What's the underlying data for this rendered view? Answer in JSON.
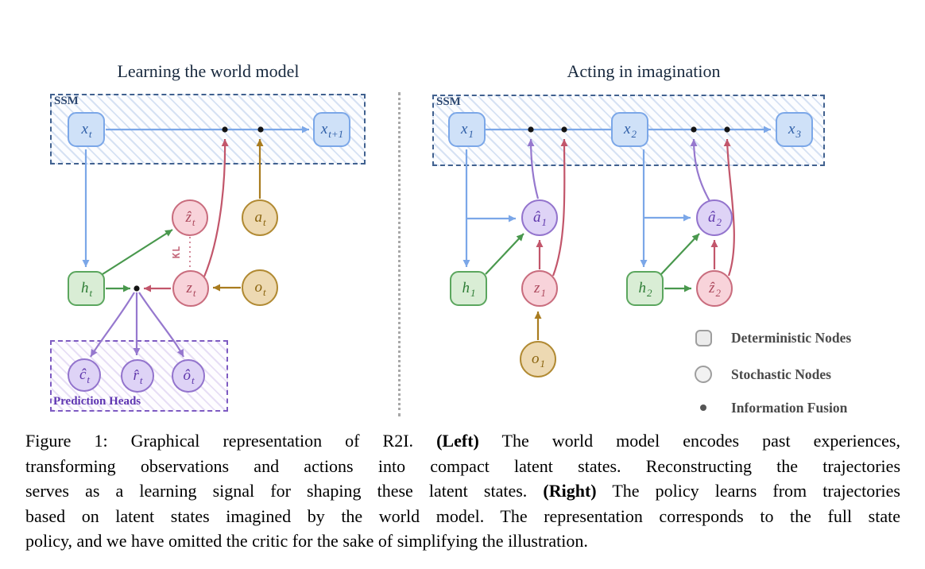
{
  "figure": {
    "left_title": "Learning the world model",
    "right_title": "Acting in imagination"
  },
  "left": {
    "ssm_label": "SSM",
    "prediction_heads_label": "Prediction Heads",
    "kl_label": "KL",
    "nodes": {
      "xt": {
        "base": "x",
        "sub": "t"
      },
      "xt1": {
        "base": "x",
        "sub": "t+1"
      },
      "zhat": {
        "base": "ẑ",
        "sub": "t"
      },
      "at": {
        "base": "a",
        "sub": "t"
      },
      "ht": {
        "base": "h",
        "sub": "t"
      },
      "zt": {
        "base": "z",
        "sub": "t"
      },
      "ot": {
        "base": "o",
        "sub": "t"
      },
      "chat": {
        "base": "ĉ",
        "sub": "t"
      },
      "rhat": {
        "base": "r̂",
        "sub": "t"
      },
      "ohat": {
        "base": "ô",
        "sub": "t"
      }
    }
  },
  "right": {
    "ssm_label": "SSM",
    "nodes": {
      "x1": {
        "base": "x",
        "sub": "1"
      },
      "x2": {
        "base": "x",
        "sub": "2"
      },
      "x3": {
        "base": "x",
        "sub": "3"
      },
      "ahat1": {
        "base": "â",
        "sub": "1"
      },
      "ahat2": {
        "base": "â",
        "sub": "2"
      },
      "h1": {
        "base": "h",
        "sub": "1"
      },
      "h2": {
        "base": "h",
        "sub": "2"
      },
      "z1": {
        "base": "z",
        "sub": "1"
      },
      "zhat2": {
        "base": "ẑ",
        "sub": "2"
      },
      "o1": {
        "base": "o",
        "sub": "1"
      }
    }
  },
  "legend": {
    "items": [
      {
        "icon": "rounded-square",
        "label": "Deterministic Nodes"
      },
      {
        "icon": "circle",
        "label": "Stochastic Nodes"
      },
      {
        "icon": "dot",
        "label": "Information Fusion"
      }
    ]
  },
  "caption": {
    "lines": [
      {
        "pre": "Figure 1: Graphical representation of R2I. ",
        "bold": "(Left)",
        "post": " The world model encodes past experiences,"
      },
      {
        "pre": "transforming observations and actions into compact latent states. Reconstructing the trajectories",
        "bold": "",
        "post": ""
      },
      {
        "pre": "serves as a learning signal for shaping these latent states. ",
        "bold": "(Right)",
        "post": " The policy learns from trajectories"
      },
      {
        "pre": "based on latent states imagined by the world model. The representation corresponds to the full state",
        "bold": "",
        "post": ""
      },
      {
        "pre": "policy, and we have omitted the critic for the sake of simplifying the illustration.",
        "bold": "",
        "post": ""
      }
    ]
  },
  "palette": {
    "node_blue_fill": "#cfe1f8",
    "node_blue_border": "#7ba7e8",
    "node_green_fill": "#d9edd5",
    "node_green_border": "#5ba65e",
    "node_pink_fill": "#f8d3da",
    "node_pink_border": "#c96d7e",
    "node_tan_fill": "#edd9b2",
    "node_tan_border": "#b18a33",
    "node_purple_fill": "#ded3f6",
    "node_purple_border": "#9374cd",
    "arrow_blue": "#7ba7e8",
    "arrow_green": "#49984d",
    "arrow_red": "#c2566b",
    "arrow_orange": "#a97c1f",
    "arrow_purple": "#9678ce",
    "fusion_dot": "#141414",
    "ssm_box_border": "#41618f",
    "heads_box_border": "#7e5bc2",
    "title_color": "#18293e",
    "legend_text": "#4a4a4a"
  }
}
